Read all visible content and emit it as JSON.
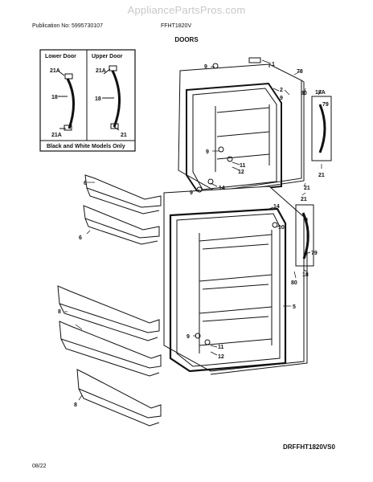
{
  "watermark": "AppliancePartsPros.com",
  "header": {
    "publication": "Publication No: 5995730107",
    "model": "FFHT1820V"
  },
  "title": "DOORS",
  "inset": {
    "lower_door": "Lower Door",
    "upper_door": "Upper Door",
    "note": "Black and White Models Only"
  },
  "callouts": {
    "c1": "1",
    "c2": "2",
    "c78": "78",
    "c9a": "9",
    "c9b": "9",
    "c80a": "80",
    "c18a": "18A",
    "c79a": "79",
    "c21a": "21",
    "c9c": "9",
    "c11a": "11",
    "c12a": "12",
    "c9d": "9",
    "c14a": "14",
    "c21b": "21",
    "c21c": "21",
    "c14b": "14",
    "c10": "10",
    "c79b": "79",
    "c18b": "18",
    "c80b": "80",
    "c6a": "6",
    "c6b": "6",
    "c8a": "8",
    "c8b": "8",
    "c5": "5",
    "c9e": "9",
    "c11b": "11",
    "c12b": "12",
    "i21a": "21A",
    "i18a": "18",
    "i21b": "21A",
    "i21c": "21A",
    "i18b": "18",
    "i21d": "21"
  },
  "diagram_code": "DRFFHT1820VS0",
  "date": "08/22"
}
